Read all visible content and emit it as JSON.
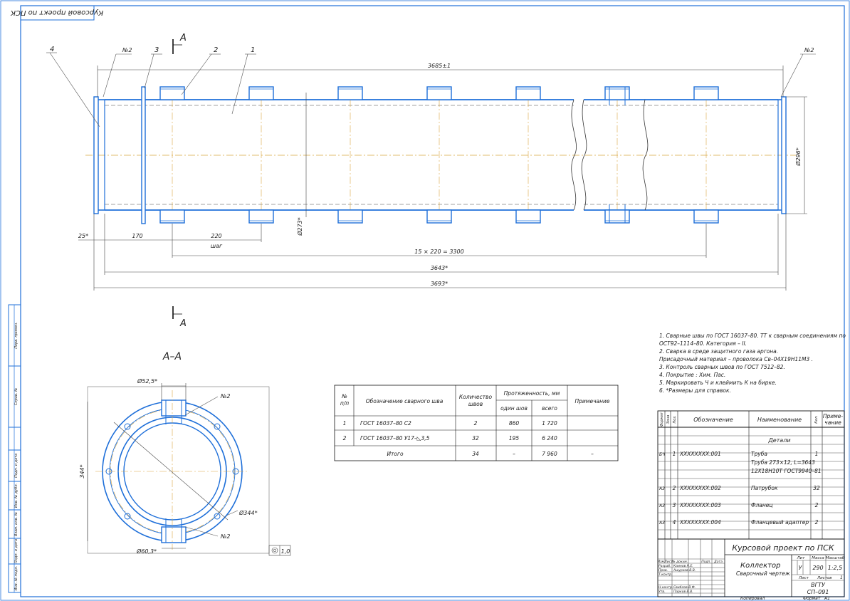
{
  "stamp": {
    "rotated_title": "Курсовой проект по ПСК"
  },
  "section_mark": {
    "letter_top": "А",
    "letter_bottom": "А",
    "view_title": "А–А"
  },
  "leaders": {
    "l4": "4",
    "l_no2_left": "№2",
    "l3": "3",
    "l2": "2",
    "l1": "1",
    "l_no2_right": "№2"
  },
  "dims": {
    "overall_top": "3685±1",
    "d_flange": "Ø296*",
    "d_pipe": "Ø273*",
    "d25": "25*",
    "d170": "170",
    "d220": "220",
    "step": "шаг",
    "pattern": "15 × 220 = 3300",
    "len3643": "3643*",
    "len3693": "3693*"
  },
  "section": {
    "d_nozzle_top": "Ø52,5*",
    "no2_a": "№2",
    "no2_b": "№2",
    "height": "344*",
    "d344": "Ø344*",
    "d_nozzle_bottom": "Ø60,3*",
    "roughness": "1,0"
  },
  "notes": [
    "1.  Сварные швы по ГОСТ 16037–80. ТТ к сварным соединениям по",
    "ОСТ92–1114–80. Категория – II.",
    "2.  Сварка в среде защитного газа аргона.",
    "     Присадочный материал – проволока Св–04Х19Н11М3 .",
    "3.  Контроль сварных швов по ГОСТ 7512–82.",
    "4.  Покрытие : Хим. Пас.",
    "5.  Маркировать Ч и клеймить К на бирке.",
    "6.  *Размеры для справок."
  ],
  "weld_table": {
    "h_no": "№",
    "h_no2": "п/п",
    "h_designation": "Обозначение сварного шва",
    "h_count": "Количество",
    "h_count2": "швов",
    "h_length": "Протяженность, мм",
    "h_one": "один шов",
    "h_total": "всего",
    "h_note": "Примечание",
    "rows": [
      {
        "no": "1",
        "des": "ГОСТ 16037–80  С2",
        "count": "2",
        "one": "860",
        "total": "1 720",
        "note": ""
      },
      {
        "no": "2",
        "des": "ГОСТ 16037–80  У17–◺3,5",
        "count": "32",
        "one": "195",
        "total": "6 240",
        "note": ""
      }
    ],
    "total_row": {
      "label": "Итого",
      "count": "34",
      "one": "–",
      "total": "7 960",
      "note": "–"
    }
  },
  "spec": {
    "h_format": "Формат",
    "h_zone": "Зона",
    "h_pos": "Поз.",
    "h_designation": "Обозначение",
    "h_name": "Наименование",
    "h_qty": "Кол.",
    "h_note": "Приме-",
    "h_note2": "чание",
    "section": "Детали",
    "rows": [
      {
        "fmt": "БЧ",
        "pos": "1",
        "des": "XXXXXXXX.001",
        "name": "Труба",
        "qty": "1"
      },
      {
        "fmt": "",
        "pos": "",
        "des": "",
        "name": "Труба 273×12, L=3643",
        "qty": ""
      },
      {
        "fmt": "",
        "pos": "",
        "des": "",
        "name": "12Х18Н10Т ГОСТ9940–81",
        "qty": ""
      },
      {
        "fmt": "А3",
        "pos": "2",
        "des": "XXXXXXXX.002",
        "name": "Патрубок",
        "qty": "32"
      },
      {
        "fmt": "А3",
        "pos": "3",
        "des": "XXXXXXXX.003",
        "name": "Фланец",
        "qty": "2"
      },
      {
        "fmt": "А3",
        "pos": "4",
        "des": "XXXXXXXX.004",
        "name": "Фланцевый адаптер",
        "qty": "2"
      }
    ]
  },
  "title_block": {
    "project": "Курсовой проект по ПСК",
    "name": "Коллектор",
    "subtitle": "Сварочный чертеж",
    "h_lit": "Лит",
    "h_mass": "Масса",
    "h_scale": "Масштаб",
    "lit": "У",
    "mass": "290",
    "scale": "1:2,5",
    "sheet": "Лист",
    "sheets": "Листов",
    "sheets_val": "1",
    "org": "ВГТУ",
    "group": "СП–091",
    "r_izm": "Изм.",
    "r_list": "Лист",
    "r_doc": "№ докум.",
    "r_sign": "Подп.",
    "r_date": "Дата",
    "razrab": "Разраб.",
    "prov": "Пров.",
    "tkontr": "Т.контр.",
    "nkontr": "Н.контр.",
    "utv": "Утв.",
    "p1": "Каинов Н.Е.",
    "p2": "Ашурков В.В.",
    "p3": "Свиблов В.Ф.",
    "p4": "Парков В.В.",
    "copied": "Копировал",
    "format": "Формат",
    "format_val": "А1"
  },
  "side_stamp": [
    "Перв. примен.",
    "Справ. №",
    "Подп. и дата",
    "Инв. № дубл.",
    "Взам. инв. №",
    "Подп. и дата",
    "Инв. № подл."
  ],
  "colors": {
    "line": "#1e6fd9",
    "center": "#d9a640",
    "ink": "#111111"
  }
}
